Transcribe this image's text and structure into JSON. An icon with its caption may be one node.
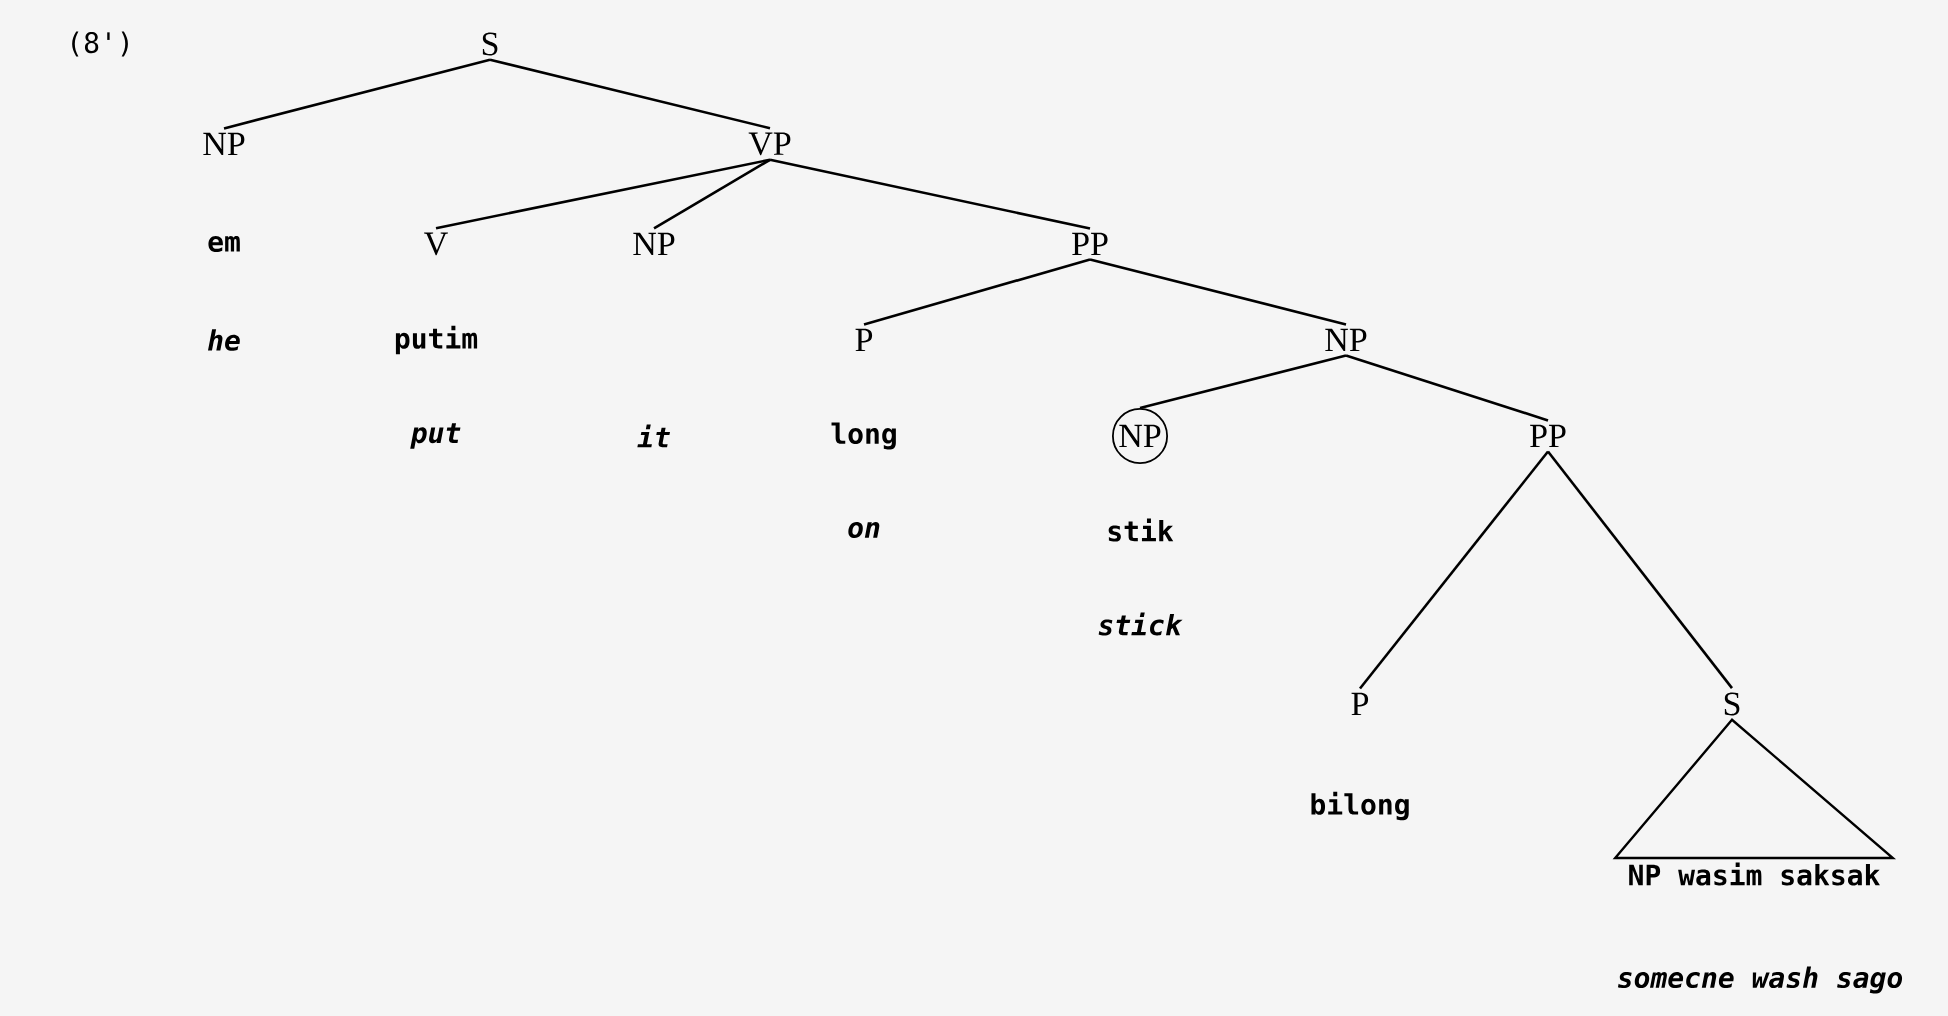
{
  "diagram": {
    "nodes": [
      {
        "text": [
          "S"
        ]
      },
      {
        "text": [
          "NP"
        ],
        "beside": [
          "em",
          "*he*"
        ]
      },
      {
        "text": [
          "VP"
        ]
      },
      {
        "text": [
          "V"
        ],
        "beside": [
          "putim",
          "*put*"
        ]
      },
      {
        "text": [
          "NP"
        ]
      },
      {
        "text": [
          "PP"
        ]
      },
      {
        "text": [
          "P"
        ],
        "beside": [
          "long",
          "*on*"
        ]
      },
      {
        "text": [
          "NP"
        ]
      },
      {
        "text": [
          "NP"
        ],
        "beside": [
          "stik",
          "*stick*"
        ]
      },
      {
        "text": [
          "PP"
        ]
      },
      {
        "text": [
          "P"
        ],
        "beside": [
          "bilong"
        ]
      },
      {
        "text": [
          "S"
        ]
      },
      {
        "text": [
          "NP wasim saksak"
        ],
        "beside": [
          "*somecne wash sago*"
        ]
      }
    ],
    "edges": [
      {
        "from": 0,
        "to": 1,
        "arrow": "none"
      },
      {
        "from": 0,
        "to": 2,
        "arrow": "none"
      },
      {
        "from": 2,
        "to": 3,
        "arrow": "none"
      },
      {
        "from": 2,
        "to": 4,
        "arrow": "none"
      },
      {
        "from": 2,
        "to": 5,
        "arrow": "none"
      },
      {
        "from": 5,
        "to": 6,
        "arrow": "none"
      },
      {
        "from": 5,
        "to": 7,
        "arrow": "none"
      },
      {
        "from": 7,
        "to": 8,
        "arrow": "none"
      },
      {
        "from": 7,
        "to": 9,
        "arrow": "none"
      },
      {
        "from": 9,
        "to": 10,
        "arrow": "none"
      },
      {
        "from": 9,
        "to": 11,
        "arrow": "none"
      },
      {
        "from": 11,
        "to": 12,
        "arrow": "none"
      }
    ],
    "labels": [
      "(8')",
      "*it*"
    ]
  }
}
